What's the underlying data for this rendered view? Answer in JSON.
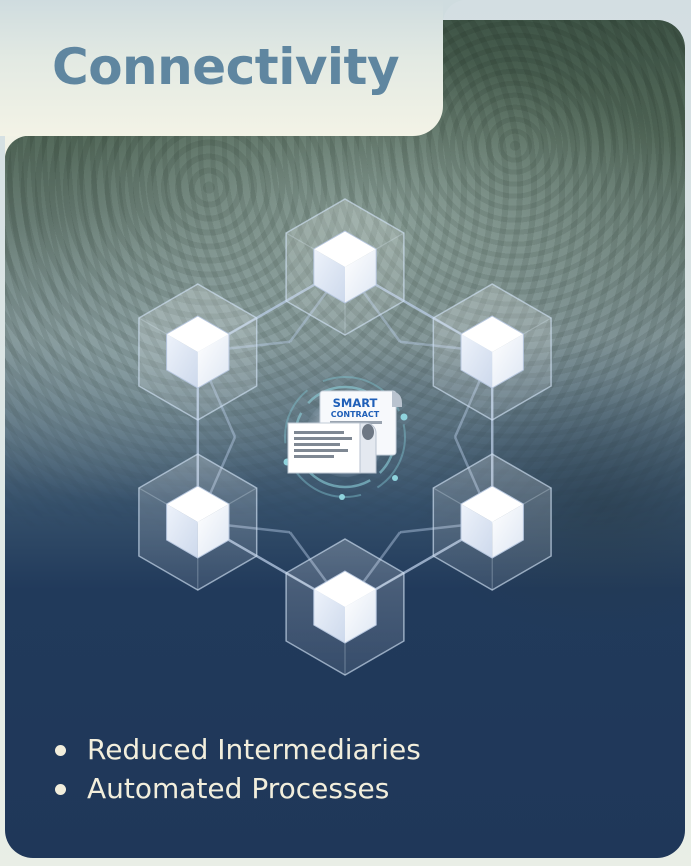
{
  "title": "Connectivity",
  "center_badge": {
    "icon": "smart-contract-icon",
    "line1": "SMART",
    "line2": "CONTRACT"
  },
  "nodes": [
    {
      "name": "block-icon"
    },
    {
      "name": "block-icon"
    },
    {
      "name": "block-icon"
    },
    {
      "name": "block-icon"
    },
    {
      "name": "block-icon"
    },
    {
      "name": "block-icon"
    }
  ],
  "bullets": [
    "Reduced Intermediaries",
    "Automated Processes"
  ],
  "colors": {
    "title": "#5f86a0",
    "bullet_text": "#f2eedc",
    "card_dark": "#1f3759",
    "badge_text": "#1f5fb8"
  }
}
